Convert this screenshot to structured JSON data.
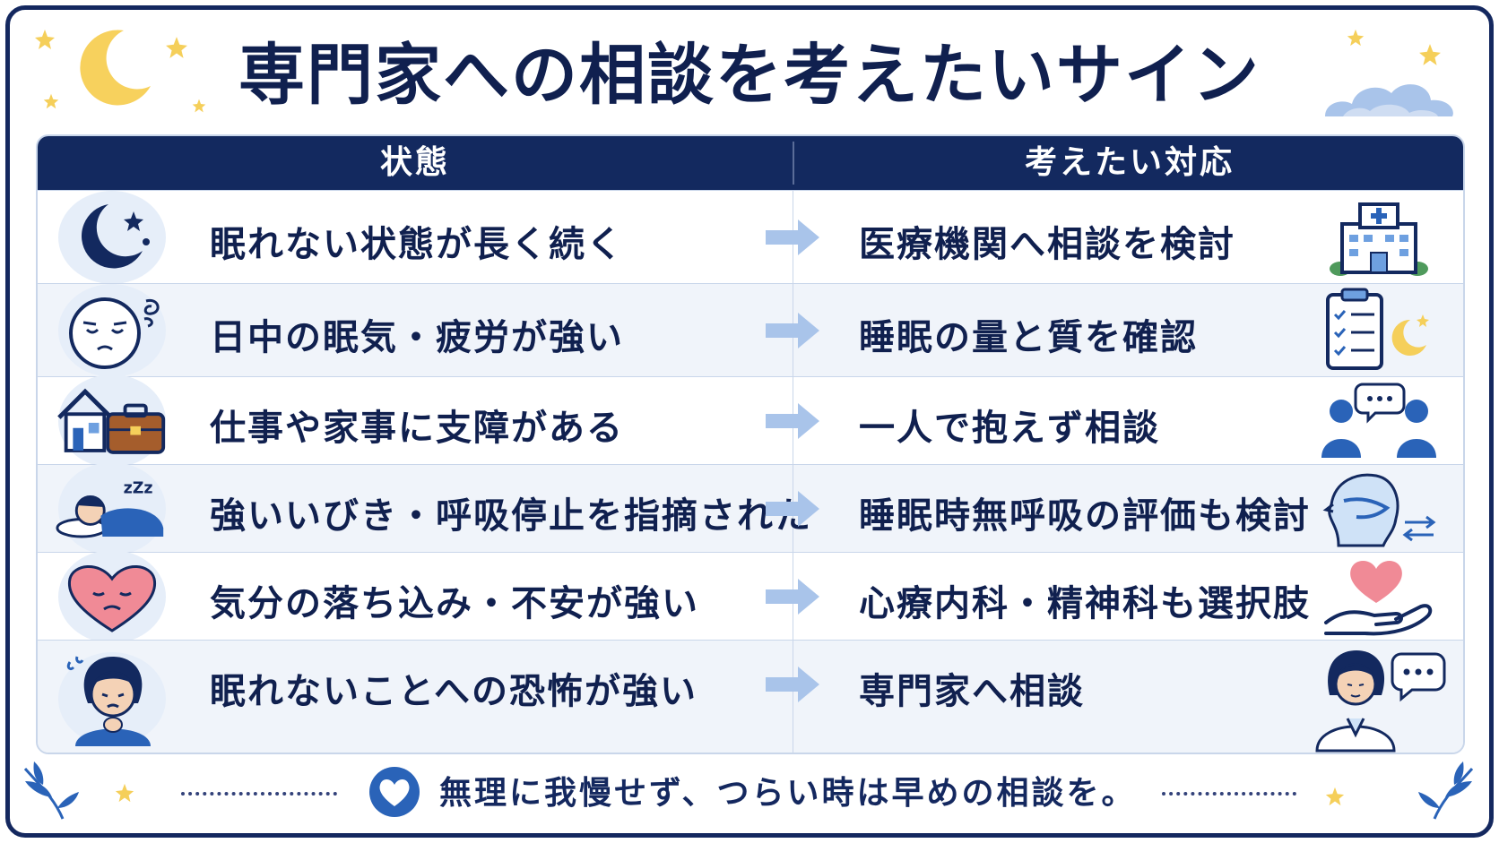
{
  "title": "専門家への相談を考えたいサイン",
  "header": {
    "left": "状態",
    "right": "考えたい対応"
  },
  "rows": [
    {
      "state": "眠れない状態が長く続く",
      "action": "医療機関へ相談を検討",
      "left_icon": "moon-stars-icon",
      "right_icon": "hospital-icon"
    },
    {
      "state": "日中の眠気・疲労が強い",
      "action": "睡眠の量と質を確認",
      "left_icon": "tired-face-icon",
      "right_icon": "checklist-moon-icon"
    },
    {
      "state": "仕事や家事に支障がある",
      "action": "一人で抱えず相談",
      "left_icon": "house-briefcase-icon",
      "right_icon": "conversation-icon"
    },
    {
      "state": "強いいびき・呼吸停止を指摘された",
      "action": "睡眠時無呼吸の評価も検討",
      "left_icon": "snoring-person-icon",
      "right_icon": "airway-icon"
    },
    {
      "state": "気分の落ち込み・不安が強い",
      "action": "心療内科・精神科も選択肢",
      "left_icon": "sad-heart-icon",
      "right_icon": "heart-hand-icon"
    },
    {
      "state": "眠れないことへの恐怖が強い",
      "action": "専門家へ相談",
      "left_icon": "worried-person-icon",
      "right_icon": "doctor-speech-icon"
    }
  ],
  "footer": {
    "message": "無理に我慢せず、つらい時は早めの相談を。"
  },
  "colors": {
    "navy": "#13295f",
    "light_row": "#f0f4fa",
    "arrow": "#a9c4ea",
    "star": "#f5cf5a",
    "heart_pink": "#f08a96"
  }
}
